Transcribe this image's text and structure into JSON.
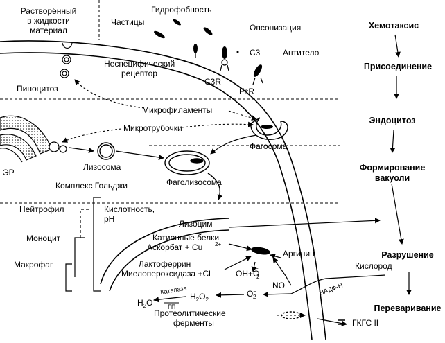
{
  "labels": {
    "dissolved": [
      "Растворённый",
      "в жидкости",
      "материал"
    ],
    "particles": "Частицы",
    "hydrophobicity": "Гидрофобность",
    "opsonization": "Опсонизация",
    "c3": "C3",
    "antibody": "Антитело",
    "nonspecific_receptor": [
      "Неспецифический",
      "рецептор"
    ],
    "c3r": "C3R",
    "fcr": "FcR",
    "pinocytosis": "Пиноцитоз",
    "microfilaments": "Микрофиламенты",
    "microtubules": "Микротрубочки",
    "er": "ЭР",
    "lysosome": "Лизосома",
    "golgi": "Комплекс Гольджи",
    "phagosome": "Фагосома",
    "phagolysosome": "Фаголизосома",
    "neutrophil": "Нейтрофил",
    "monocyte": "Моноцит",
    "macrophage": "Макрофаг",
    "acidity": [
      "Кислотность,",
      "pH"
    ],
    "lysozyme": "Лизоцим",
    "cationic": [
      "Катионные белки",
      "Аскорбат + Cu"
    ],
    "cu_sup": "2+",
    "lactoferrin": [
      "Лактоферрин",
      "Миелопероксидаза +Cl"
    ],
    "cl_sup": "−",
    "oh": "OH+O",
    "arginine": "Аргинин",
    "no": "NO",
    "oxygen": "Кислород",
    "nadph": "НАДФ-Н",
    "catalase": "Каталаза",
    "gp": "ГП",
    "h2o": "H",
    "h2o2": "H",
    "o2minus": "O",
    "proteolytic": [
      "Протеолитические",
      "ферменты"
    ],
    "mhc": "ГКГС II"
  },
  "stages": [
    "Хемотаксис",
    "Присоединение",
    "Эндоцитоз",
    "Формирование вакуоли",
    "Разрушение",
    "Переваривание"
  ]
}
